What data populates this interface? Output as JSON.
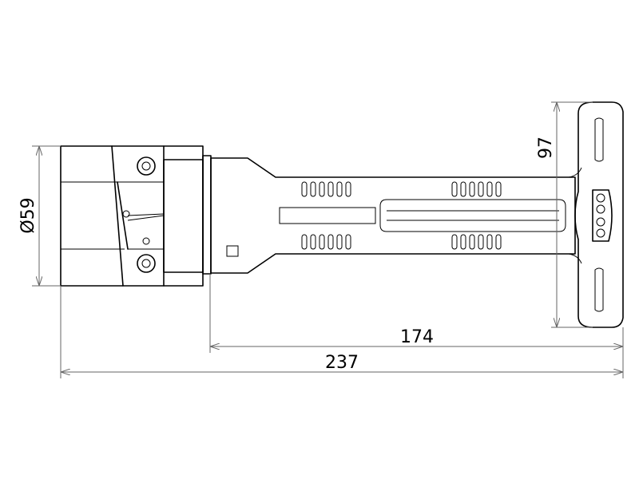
{
  "dimensions": {
    "diameter": "Ø59",
    "handle_height": "97",
    "shaft_length": "174",
    "total_length": "237"
  }
}
